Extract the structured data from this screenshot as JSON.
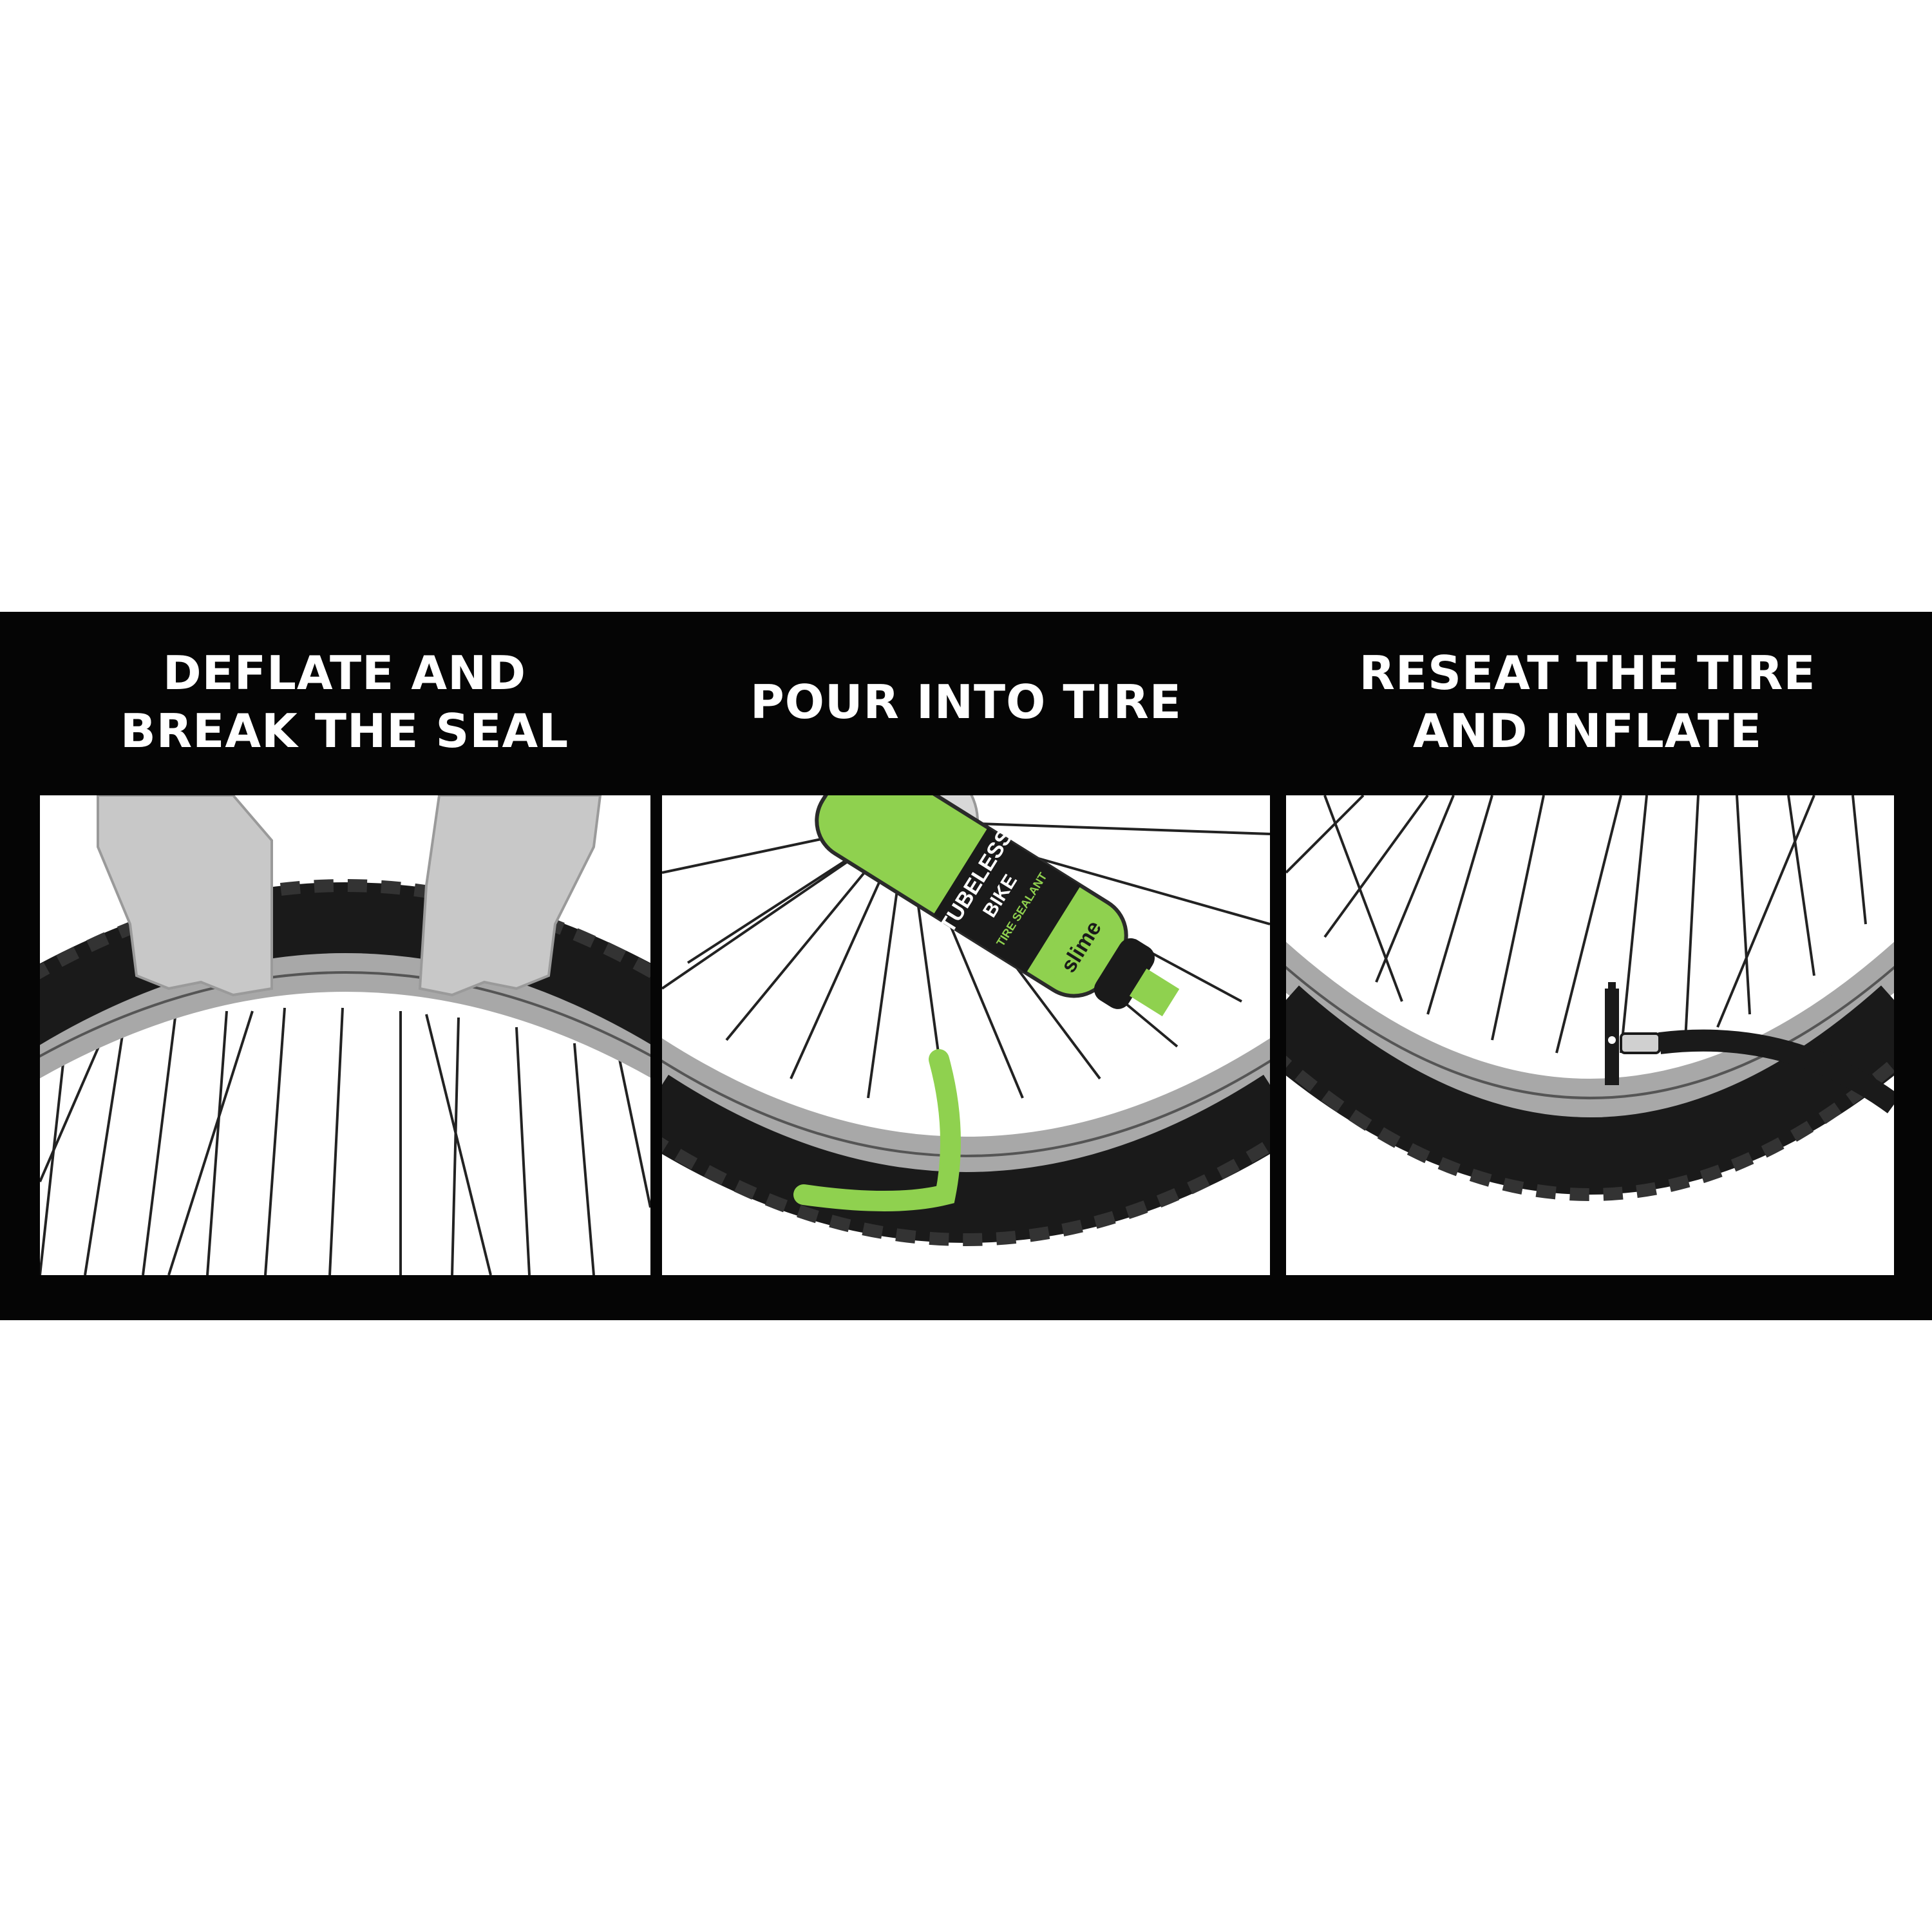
{
  "steps": [
    {
      "title_line1": "DEFLATE AND",
      "title_line2": "BREAK THE SEAL"
    },
    {
      "title_line1": "POUR INTO TIRE",
      "title_line2": ""
    },
    {
      "title_line1": "RESEAT THE TIRE",
      "title_line2": "AND INFLATE"
    }
  ],
  "bottle": {
    "brand": "slime",
    "line1": "TUBELESS",
    "line2": "BIKE",
    "line3": "TIRE SEALANT"
  },
  "colors": {
    "background": "#050505",
    "panel": "#ffffff",
    "tire": "#1a1a1a",
    "rim": "#a8a8a8",
    "sealant": "#8fd14f",
    "glove": "#c8c8c8"
  },
  "icons": [
    "glove-icon",
    "sealant-bottle-icon",
    "valve-icon",
    "pump-hose-icon"
  ]
}
